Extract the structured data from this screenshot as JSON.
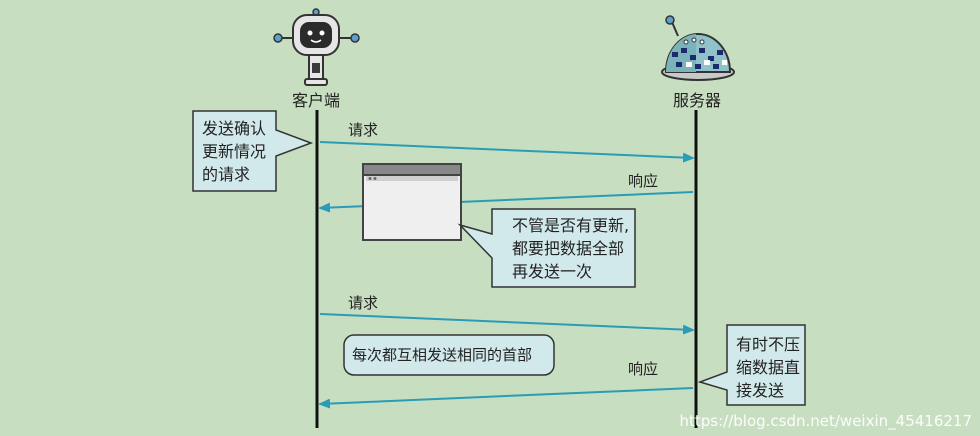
{
  "actors": {
    "client": "客户端",
    "server": "服务器"
  },
  "messages": [
    {
      "label": "请求"
    },
    {
      "label": "响应"
    },
    {
      "label": "请求"
    },
    {
      "label": "响应"
    }
  ],
  "notes": {
    "client_note": "发送确认\n更新情况\n的请求",
    "response_note": "不管是否有更新,\n都要把数据全部\n再发送一次",
    "header_note": "每次都互相发送相同的首部",
    "server_note": "有时不压\n缩数据直\n接发送"
  },
  "watermark": "https://blog.csdn.net/weixin_45416217",
  "colors": {
    "background": "#c8dec0",
    "arrow": "#2a9cb8",
    "lifeline": "#111111",
    "note_fill": "#d2e9ec",
    "note_border": "#333333"
  }
}
